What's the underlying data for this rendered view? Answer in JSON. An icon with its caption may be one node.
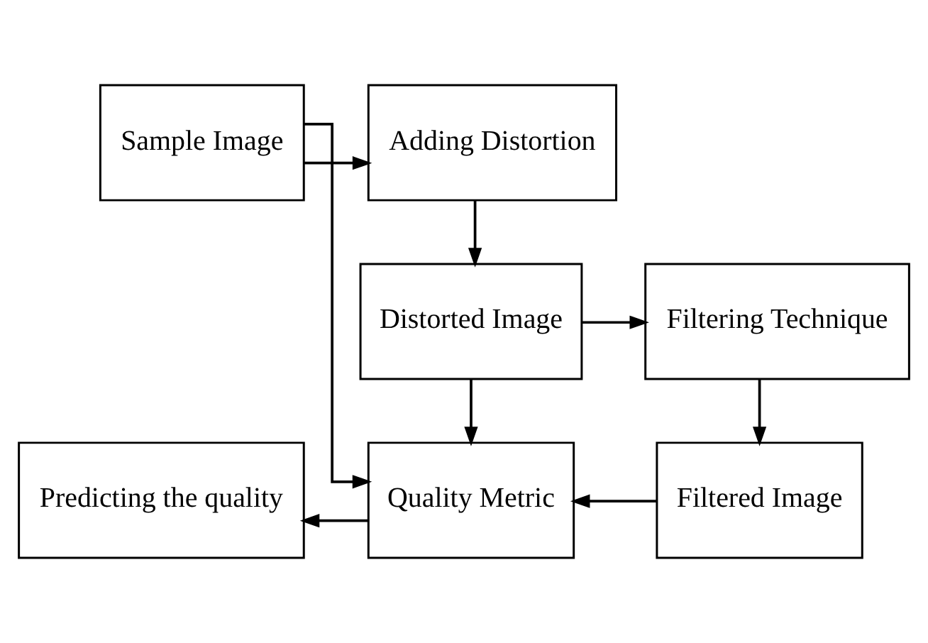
{
  "diagram": {
    "nodes": [
      {
        "text": [
          "Sample Image"
        ]
      },
      {
        "text": [
          "Adding Distortion"
        ]
      },
      {
        "text": [
          "Distorted Image"
        ]
      },
      {
        "text": [
          "Filtering Technique"
        ]
      },
      {
        "text": [
          "Predicting the quality"
        ]
      },
      {
        "text": [
          "Quality Metric"
        ]
      },
      {
        "text": [
          "Filtered Image"
        ]
      }
    ],
    "edges": [
      {
        "from": 0,
        "to": 1,
        "arrow": "to"
      },
      {
        "from": 1,
        "to": 2,
        "arrow": "to"
      },
      {
        "from": 2,
        "to": 3,
        "arrow": "to"
      },
      {
        "from": 0,
        "to": 5,
        "arrow": "to"
      },
      {
        "from": 2,
        "to": 5,
        "arrow": "to"
      },
      {
        "from": 3,
        "to": 6,
        "arrow": "to"
      },
      {
        "from": 6,
        "to": 5,
        "arrow": "to"
      },
      {
        "from": 5,
        "to": 4,
        "arrow": "to"
      }
    ]
  }
}
